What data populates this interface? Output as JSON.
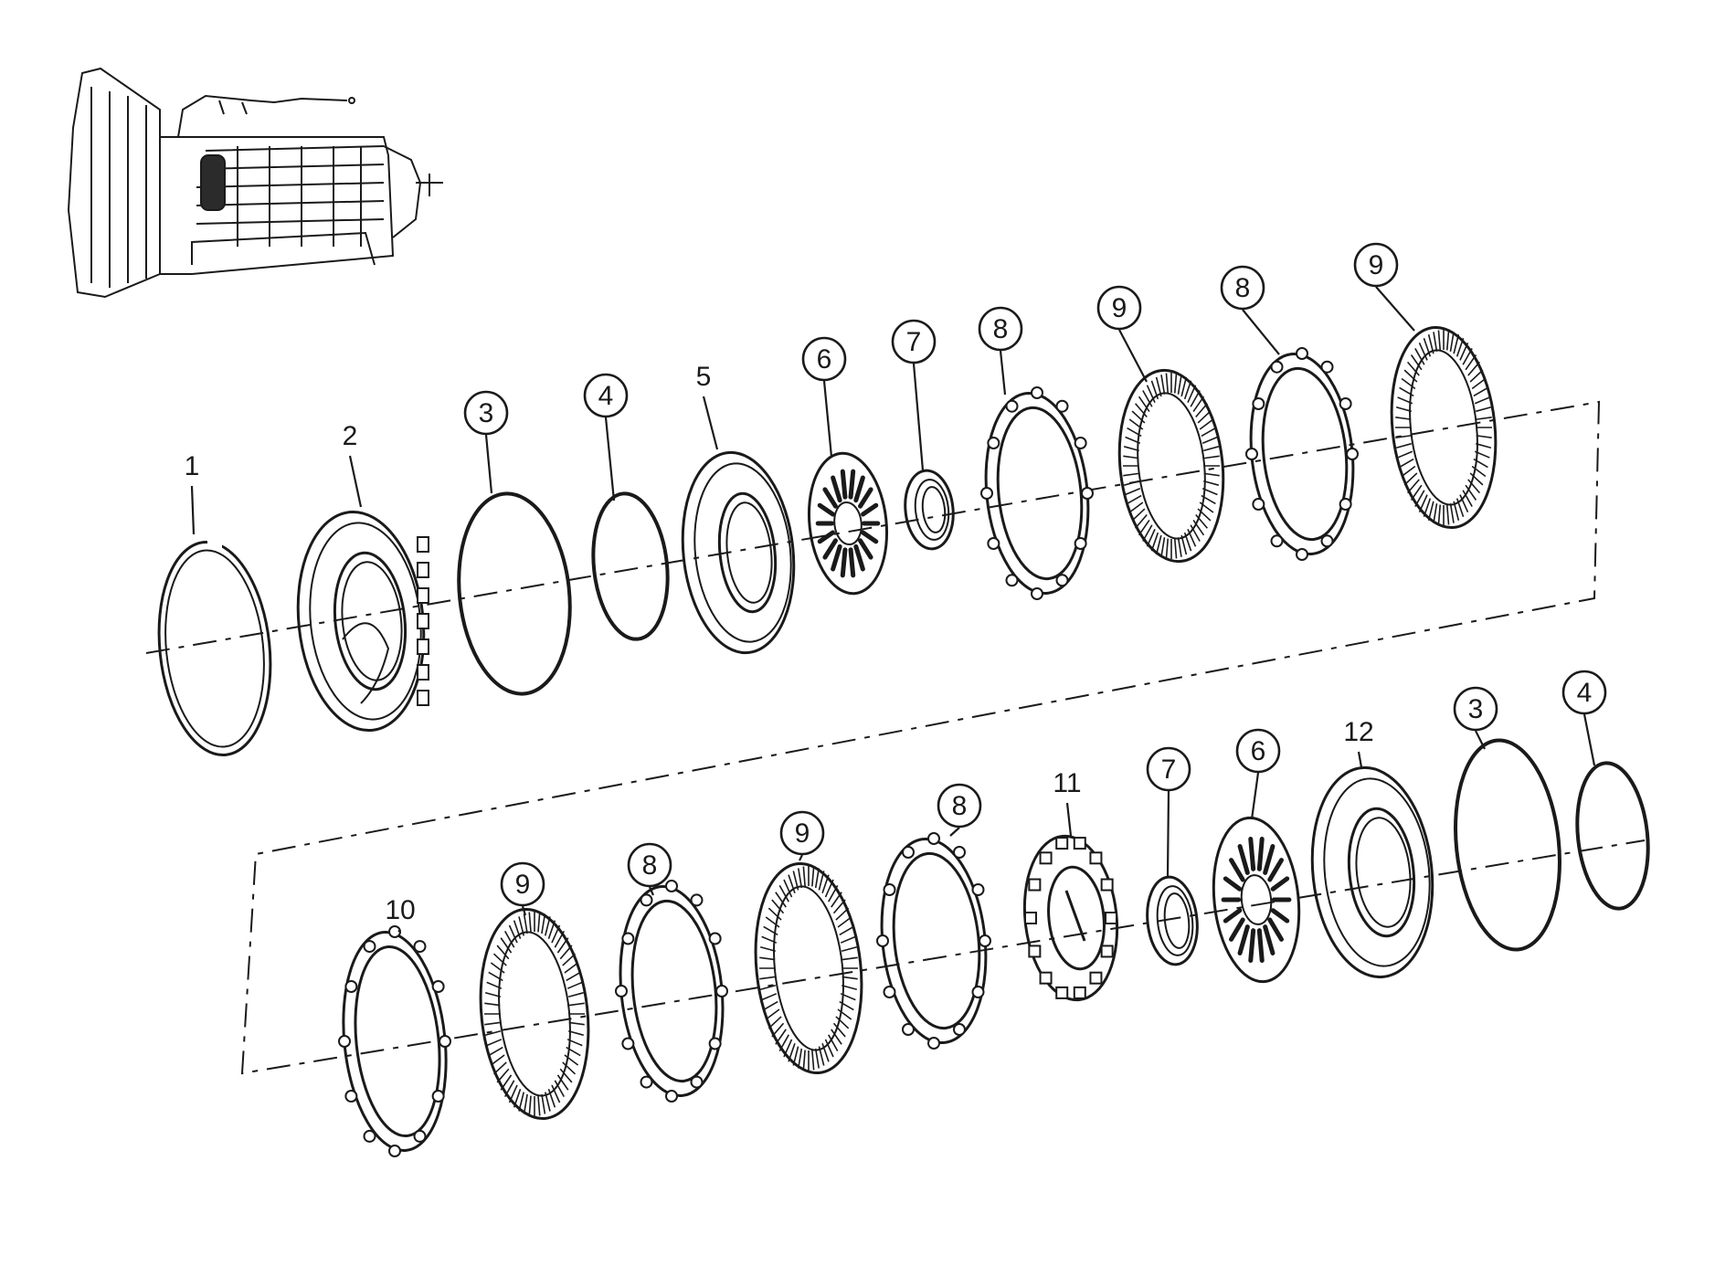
{
  "colors": {
    "ink": "#1a1a1a",
    "background": "#ffffff",
    "shade": "#2b2b2b"
  },
  "thumbnail": {
    "icon": "transmission-assembly-icon"
  },
  "parts": [
    {
      "label": "1",
      "circled": false,
      "type": "split-ring"
    },
    {
      "label": "2",
      "circled": false,
      "type": "piston-housing"
    },
    {
      "label": "3",
      "circled": true,
      "type": "o-ring"
    },
    {
      "label": "4",
      "circled": true,
      "type": "o-ring"
    },
    {
      "label": "5",
      "circled": false,
      "type": "piston"
    },
    {
      "label": "6",
      "circled": true,
      "type": "spring-plate"
    },
    {
      "label": "7",
      "circled": true,
      "type": "snap-ring"
    },
    {
      "label": "8",
      "circled": true,
      "type": "steel-plate"
    },
    {
      "label": "9",
      "circled": true,
      "type": "friction-plate"
    },
    {
      "label": "8",
      "circled": true,
      "type": "steel-plate"
    },
    {
      "label": "9",
      "circled": true,
      "type": "friction-plate"
    },
    {
      "label": "10",
      "circled": false,
      "type": "pressure-plate"
    },
    {
      "label": "9",
      "circled": true,
      "type": "friction-plate"
    },
    {
      "label": "8",
      "circled": true,
      "type": "steel-plate"
    },
    {
      "label": "9",
      "circled": true,
      "type": "friction-plate"
    },
    {
      "label": "8",
      "circled": true,
      "type": "steel-plate"
    },
    {
      "label": "11",
      "circled": false,
      "type": "clutch-hub"
    },
    {
      "label": "7",
      "circled": true,
      "type": "snap-ring"
    },
    {
      "label": "6",
      "circled": true,
      "type": "spring-plate"
    },
    {
      "label": "12",
      "circled": false,
      "type": "piston"
    },
    {
      "label": "3",
      "circled": true,
      "type": "o-ring"
    },
    {
      "label": "4",
      "circled": true,
      "type": "o-ring"
    }
  ]
}
